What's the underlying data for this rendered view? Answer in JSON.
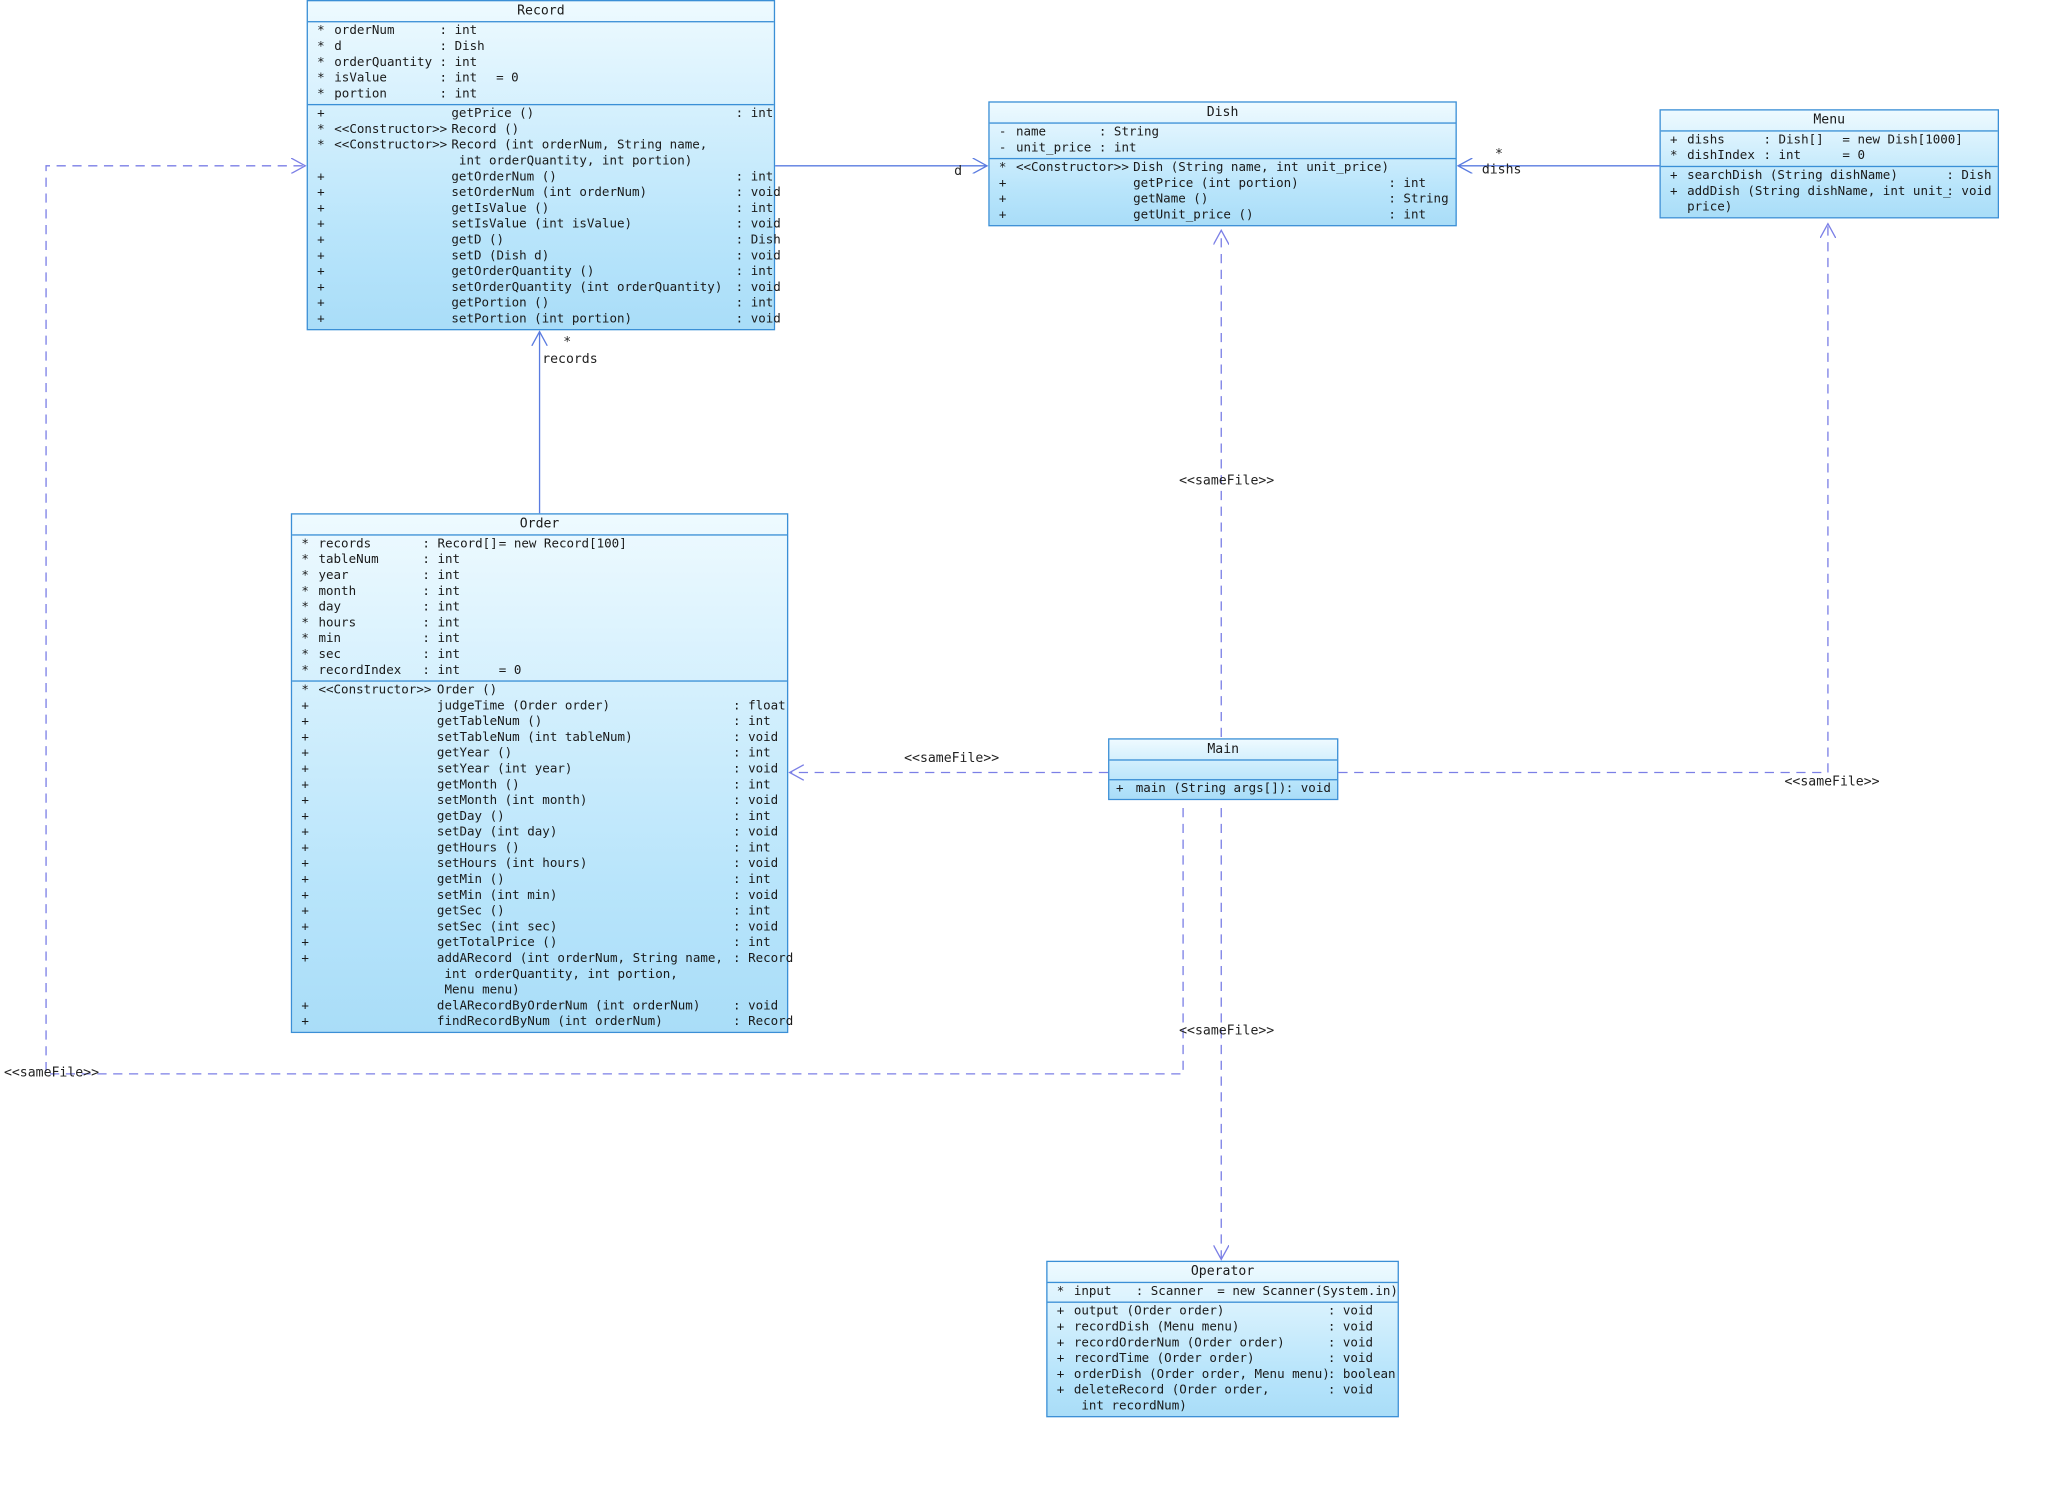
{
  "classes": {
    "record": {
      "name": "Record",
      "attributes": [
        {
          "v": "*",
          "n": "orderNum",
          "t": ": int",
          "i": ""
        },
        {
          "v": "*",
          "n": "d",
          "t": ": Dish",
          "i": ""
        },
        {
          "v": "*",
          "n": "orderQuantity",
          "t": ": int",
          "i": ""
        },
        {
          "v": "*",
          "n": "isValue",
          "t": ": int",
          "i": "= 0"
        },
        {
          "v": "*",
          "n": "portion",
          "t": ": int",
          "i": ""
        }
      ],
      "operations": [
        {
          "v": "+",
          "s": "",
          "n": "getPrice ()",
          "t": ": int"
        },
        {
          "v": "*",
          "s": "<<Constructor>>",
          "n": "Record ()",
          "t": ""
        },
        {
          "v": "*",
          "s": "<<Constructor>>",
          "n": "Record (int orderNum, String name,",
          "t": ""
        },
        {
          "v": "",
          "s": "",
          "n": " int orderQuantity, int portion)",
          "t": ""
        },
        {
          "v": "+",
          "s": "",
          "n": "getOrderNum ()",
          "t": ": int"
        },
        {
          "v": "+",
          "s": "",
          "n": "setOrderNum (int orderNum)",
          "t": ": void"
        },
        {
          "v": "+",
          "s": "",
          "n": "getIsValue ()",
          "t": ": int"
        },
        {
          "v": "+",
          "s": "",
          "n": "setIsValue (int isValue)",
          "t": ": void"
        },
        {
          "v": "+",
          "s": "",
          "n": "getD ()",
          "t": ": Dish"
        },
        {
          "v": "+",
          "s": "",
          "n": "setD (Dish d)",
          "t": ": void"
        },
        {
          "v": "+",
          "s": "",
          "n": "getOrderQuantity ()",
          "t": ": int"
        },
        {
          "v": "+",
          "s": "",
          "n": "setOrderQuantity (int orderQuantity)",
          "t": ": void"
        },
        {
          "v": "+",
          "s": "",
          "n": "getPortion ()",
          "t": ": int"
        },
        {
          "v": "+",
          "s": "",
          "n": "setPortion (int portion)",
          "t": ": void"
        }
      ]
    },
    "dish": {
      "name": "Dish",
      "attributes": [
        {
          "v": "-",
          "n": "name",
          "t": ": String",
          "i": ""
        },
        {
          "v": "-",
          "n": "unit_price",
          "t": ": int",
          "i": ""
        }
      ],
      "operations": [
        {
          "v": "*",
          "s": "<<Constructor>>",
          "n": "Dish (String name, int unit_price)",
          "t": ""
        },
        {
          "v": "+",
          "s": "",
          "n": "getPrice (int portion)",
          "t": ": int"
        },
        {
          "v": "+",
          "s": "",
          "n": "getName ()",
          "t": ": String"
        },
        {
          "v": "+",
          "s": "",
          "n": "getUnit_price ()",
          "t": ": int"
        }
      ]
    },
    "menu": {
      "name": "Menu",
      "attributes": [
        {
          "v": "+",
          "n": "dishs",
          "t": ": Dish[]",
          "i": "= new Dish[1000]"
        },
        {
          "v": "*",
          "n": "dishIndex",
          "t": ": int",
          "i": "= 0"
        }
      ],
      "operations": [
        {
          "v": "+",
          "s": "",
          "n": "searchDish (String dishName)",
          "t": ": Dish"
        },
        {
          "v": "+",
          "s": "",
          "n": "addDish (String dishName, int unit_",
          "t": ": void"
        },
        {
          "v": "",
          "s": "",
          "n": "price)",
          "t": ""
        }
      ]
    },
    "order": {
      "name": "Order",
      "attributes": [
        {
          "v": "*",
          "n": "records",
          "t": ": Record[]",
          "i": "= new Record[100]"
        },
        {
          "v": "*",
          "n": "tableNum",
          "t": ": int",
          "i": ""
        },
        {
          "v": "*",
          "n": "year",
          "t": ": int",
          "i": ""
        },
        {
          "v": "*",
          "n": "month",
          "t": ": int",
          "i": ""
        },
        {
          "v": "*",
          "n": "day",
          "t": ": int",
          "i": ""
        },
        {
          "v": "*",
          "n": "hours",
          "t": ": int",
          "i": ""
        },
        {
          "v": "*",
          "n": "min",
          "t": ": int",
          "i": ""
        },
        {
          "v": "*",
          "n": "sec",
          "t": ": int",
          "i": ""
        },
        {
          "v": "*",
          "n": "recordIndex",
          "t": ": int",
          "i": "= 0"
        }
      ],
      "operations": [
        {
          "v": "*",
          "s": "<<Constructor>>",
          "n": "Order ()",
          "t": ""
        },
        {
          "v": "+",
          "s": "",
          "n": "judgeTime (Order order)",
          "t": ": float"
        },
        {
          "v": "+",
          "s": "",
          "n": "getTableNum ()",
          "t": ": int"
        },
        {
          "v": "+",
          "s": "",
          "n": "setTableNum (int tableNum)",
          "t": ": void"
        },
        {
          "v": "+",
          "s": "",
          "n": "getYear ()",
          "t": ": int"
        },
        {
          "v": "+",
          "s": "",
          "n": "setYear (int year)",
          "t": ": void"
        },
        {
          "v": "+",
          "s": "",
          "n": "getMonth ()",
          "t": ": int"
        },
        {
          "v": "+",
          "s": "",
          "n": "setMonth (int month)",
          "t": ": void"
        },
        {
          "v": "+",
          "s": "",
          "n": "getDay ()",
          "t": ": int"
        },
        {
          "v": "+",
          "s": "",
          "n": "setDay (int day)",
          "t": ": void"
        },
        {
          "v": "+",
          "s": "",
          "n": "getHours ()",
          "t": ": int"
        },
        {
          "v": "+",
          "s": "",
          "n": "setHours (int hours)",
          "t": ": void"
        },
        {
          "v": "+",
          "s": "",
          "n": "getMin ()",
          "t": ": int"
        },
        {
          "v": "+",
          "s": "",
          "n": "setMin (int min)",
          "t": ": void"
        },
        {
          "v": "+",
          "s": "",
          "n": "getSec ()",
          "t": ": int"
        },
        {
          "v": "+",
          "s": "",
          "n": "setSec (int sec)",
          "t": ": void"
        },
        {
          "v": "+",
          "s": "",
          "n": "getTotalPrice ()",
          "t": ": int"
        },
        {
          "v": "+",
          "s": "",
          "n": "addARecord (int orderNum, String name,",
          "t": ": Record"
        },
        {
          "v": "",
          "s": "",
          "n": " int orderQuantity, int portion,",
          "t": ""
        },
        {
          "v": "",
          "s": "",
          "n": " Menu menu)",
          "t": ""
        },
        {
          "v": "+",
          "s": "",
          "n": "delARecordByOrderNum (int orderNum)",
          "t": ": void"
        },
        {
          "v": "+",
          "s": "",
          "n": "findRecordByNum (int orderNum)",
          "t": ": Record"
        }
      ]
    },
    "main": {
      "name": "Main",
      "attributes": [],
      "operations": [
        {
          "v": "+",
          "s": "",
          "n": "main (String args[])",
          "t": ": void"
        }
      ]
    },
    "operator": {
      "name": "Operator",
      "attributes": [
        {
          "v": "*",
          "n": "input",
          "t": ": Scanner",
          "i": "= new Scanner(System.in)"
        }
      ],
      "operations": [
        {
          "v": "+",
          "s": "",
          "n": "output (Order order)",
          "t": ": void"
        },
        {
          "v": "+",
          "s": "",
          "n": "recordDish (Menu menu)",
          "t": ": void"
        },
        {
          "v": "+",
          "s": "",
          "n": "recordOrderNum (Order order)",
          "t": ": void"
        },
        {
          "v": "+",
          "s": "",
          "n": "recordTime (Order order)",
          "t": ": void"
        },
        {
          "v": "+",
          "s": "",
          "n": "orderDish (Order order, Menu menu)",
          "t": ": boolean"
        },
        {
          "v": "+",
          "s": "",
          "n": "deleteRecord (Order order,",
          "t": ": void"
        },
        {
          "v": "",
          "s": "",
          "n": " int recordNum)",
          "t": ""
        }
      ]
    }
  },
  "edges": {
    "record_dish_role": "d",
    "menu_dish_mult": "*",
    "menu_dish_role": "dishs",
    "order_record_mult": "*",
    "order_record_role": "records",
    "samefile_label": "<<sameFile>>"
  }
}
